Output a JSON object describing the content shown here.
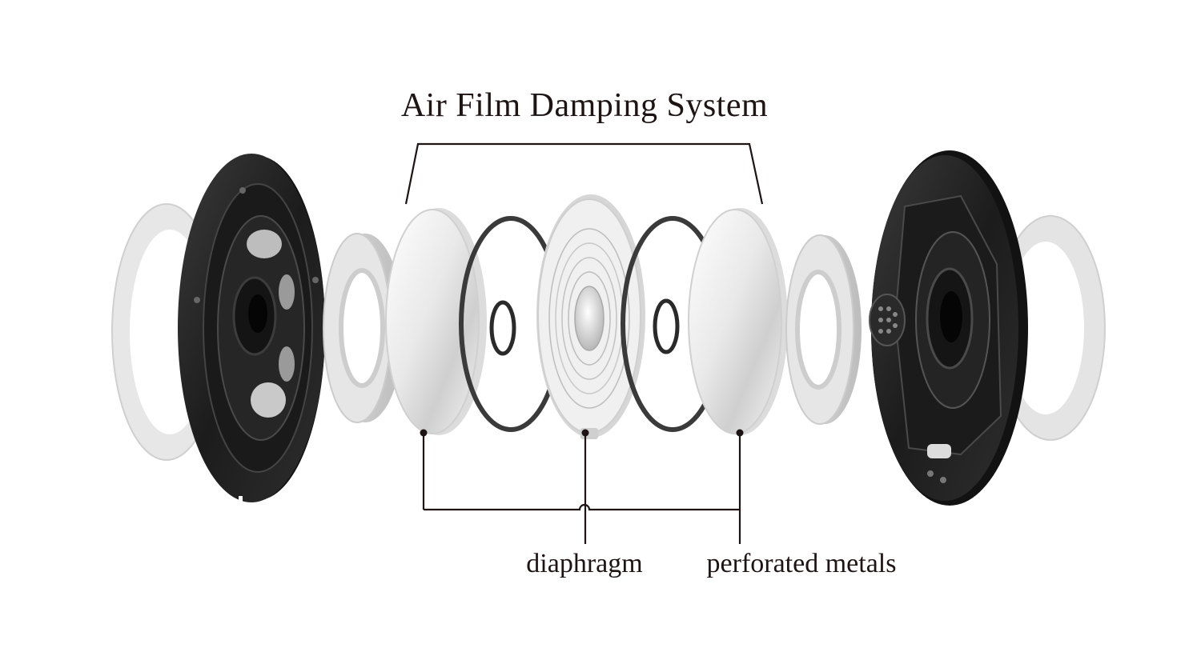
{
  "diagram": {
    "title": "Air Film Damping System",
    "labels": {
      "diaphragm": "diaphragm",
      "perforated_metals": "perforated metals"
    }
  },
  "colors": {
    "ink": "#1e1414",
    "housing": "#262626",
    "housing_dark": "#141414",
    "metal_light": "#f2f2f2",
    "metal_mid": "#cfcfcf",
    "o_ring": "#3a3a3a"
  }
}
